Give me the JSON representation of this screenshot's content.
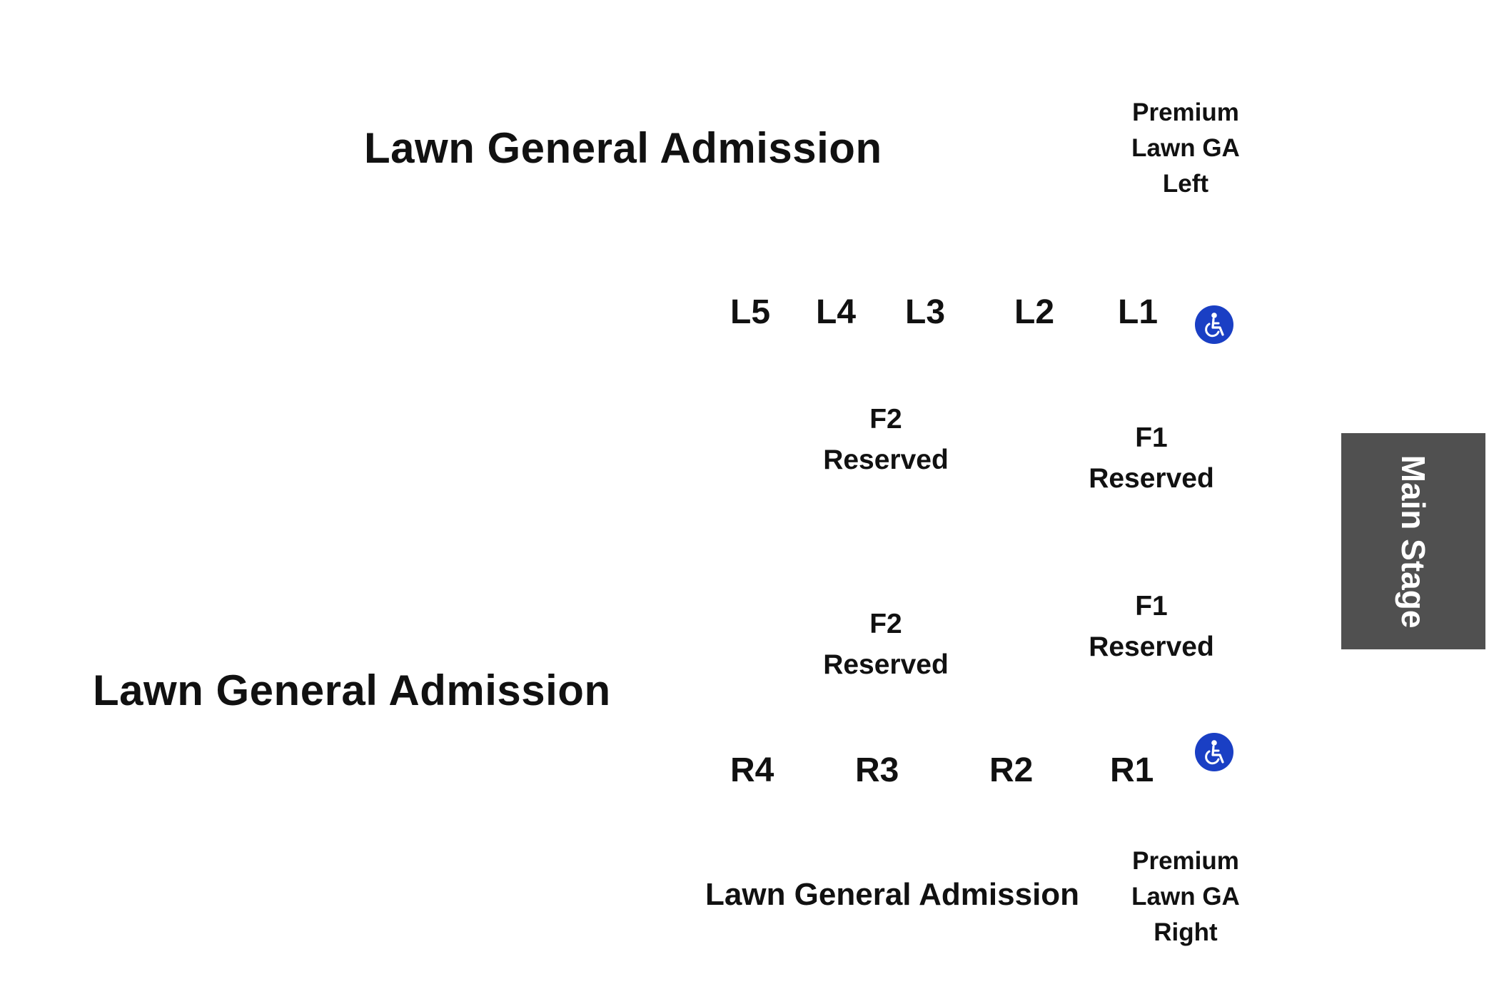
{
  "colors": {
    "stage_bg": "#505050",
    "stage_text": "#ffffff",
    "accessibility": "#1a3fc4",
    "label_text": "#111111"
  },
  "lawn": {
    "top": "Lawn General Admission",
    "left": "Lawn General Admission",
    "bottom": "Lawn General Admission"
  },
  "premium_left": [
    "Premium",
    "Lawn GA",
    "Left"
  ],
  "premium_right": [
    "Premium",
    "Lawn GA",
    "Right"
  ],
  "left_sections": [
    "L5",
    "L4",
    "L3",
    "L2",
    "L1"
  ],
  "right_sections": [
    "R4",
    "R3",
    "R2",
    "R1"
  ],
  "reserved": {
    "f2_upper": [
      "F2",
      "Reserved"
    ],
    "f1_upper": [
      "F1",
      "Reserved"
    ],
    "f2_lower": [
      "F2",
      "Reserved"
    ],
    "f1_lower": [
      "F1",
      "Reserved"
    ]
  },
  "accessibility_icons": [
    "wheelchair-icon",
    "wheelchair-icon"
  ],
  "stage": {
    "label": "Main Stage"
  }
}
